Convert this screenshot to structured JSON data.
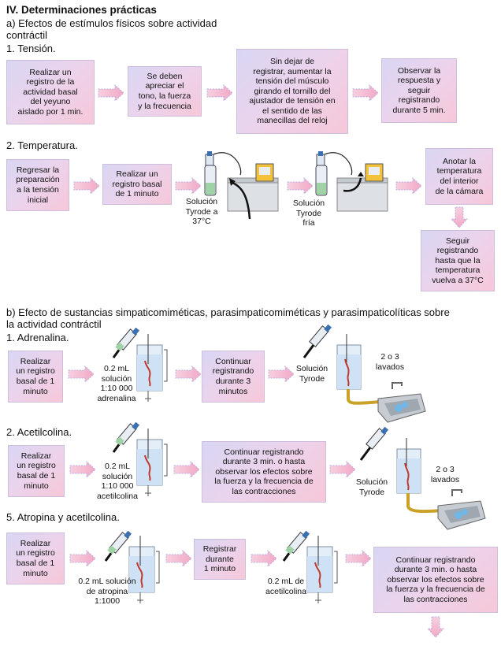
{
  "section_title": "IV. Determinaciones prácticas",
  "part_a": {
    "title_line1": "a) Efectos de estímulos físicos sobre actividad",
    "title_line2": "contráctil",
    "tension": {
      "title": "1. Tensión.",
      "steps": [
        "Realizar un\nregistro de la\nactividad basal\ndel yeyuno\naislado por 1 min.",
        "Se deben\napreciar el\ntono, la fuerza\ny la frecuencia",
        "Sin dejar de\nregistrar, aumentar la\ntensión del músculo\ngirando el tornillo del\najustador de tensión en\nel sentido de las\nmanecillas del reloj",
        "Observar la\nrespuesta y\nseguir\nregistrando\ndurante 5 min."
      ]
    },
    "temperatura": {
      "title": "2. Temperatura.",
      "steps": [
        "Regresar la\npreparación\na la tensión\ninicial",
        "Realizar un\nregistro basal\nde 1 minuto",
        "Anotar la\ntemperatura\ndel interior\nde la cámara",
        "Seguir\nregistrando\nhasta que la\ntemperatura\nvuelva a 37°C"
      ],
      "label_warm": "Solución\nTyrode a\n37°C",
      "label_cold": "Solución\nTyrode\nfría"
    }
  },
  "part_b": {
    "title_line1": "b) Efecto de sustancias simpaticomiméticas, parasimpaticomiméticas y parasimpaticolíticas sobre",
    "title_line2": "la actividad contráctil",
    "adrenalina": {
      "title": "1. Adrenalina.",
      "step1": "Realizar\nun registro\nbasal de 1\nminuto",
      "dose_label": "0.2 mL\nsolución\n1:10 000\nadrenalina",
      "step2": "Continuar\nregistrando\ndurante 3\nminutos",
      "wash_label": "Solución\nTyrode",
      "lavados": "2 o 3\nlavados"
    },
    "acetilcolina": {
      "title": "2. Acetilcolina.",
      "step1": "Realizar\nun registro\nbasal de 1\nminuto",
      "dose_label": "0.2 mL\nsolución\n1:10 000\nacetilcolina",
      "step2": "Continuar registrando\ndurante 3 min. o hasta\nobservar los efectos sobre\nla fuerza y la frecuencia de\nlas contracciones",
      "wash_label": "Solución\nTyrode",
      "lavados": "2 o 3\nlavados"
    },
    "atropina": {
      "title": "5. Atropina y acetilcolina.",
      "step1": "Realizar\nun registro\nbasal de 1\nminuto",
      "dose1_label": "0.2 mL solución\nde atropina\n1:1000",
      "step2": "Registrar\ndurante\n1 minuto",
      "dose2_label": "0.2 mL de\nacetilcolina",
      "step3": "Continuar registrando\ndurante 3 min. o hasta\nobservar los efectos sobre\nla fuerza y la frecuencia de\nlas contracciones"
    }
  },
  "colors": {
    "box_gradient_start": "#d9d6f3",
    "box_gradient_end": "#f6c7d8",
    "arrow_fill": "#f4b9d0",
    "arrow_stroke": "#b9b0e4"
  }
}
